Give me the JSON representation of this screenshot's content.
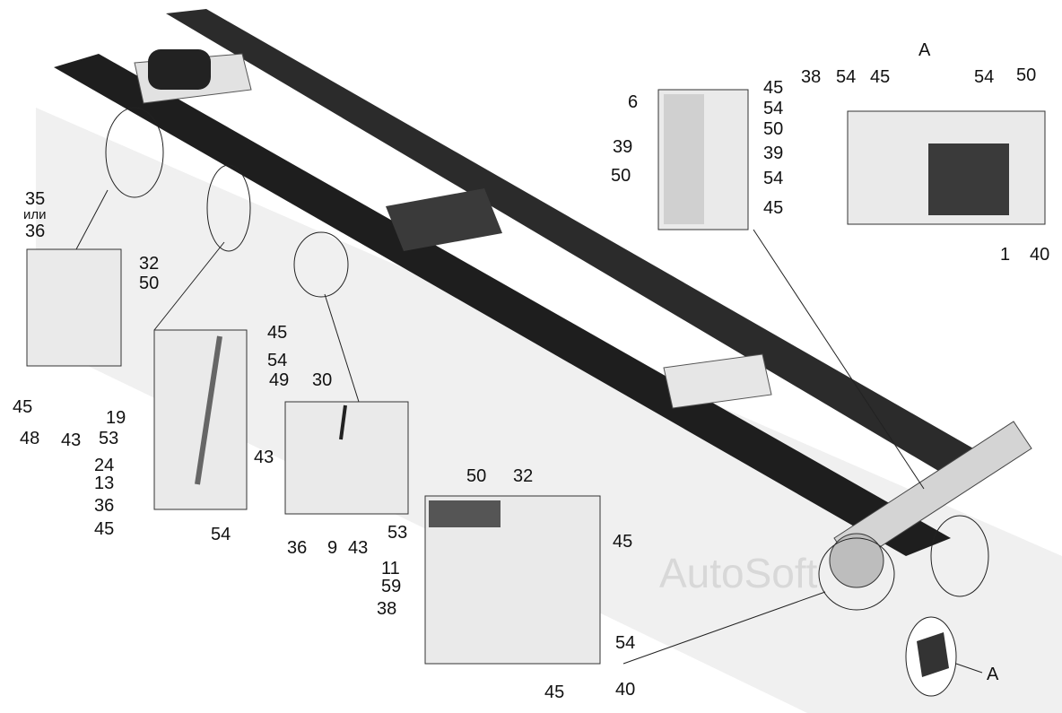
{
  "watermark": "AutoSoft",
  "view_label": "А",
  "callout_label": "А",
  "labels": {
    "l35_36": [
      "35",
      "или",
      "36"
    ],
    "left_inset": [
      "32",
      "50",
      "45",
      "48",
      "43",
      "53",
      "19"
    ],
    "middle_left_inset": [
      "45",
      "54",
      "24",
      "13",
      "36",
      "45",
      "54"
    ],
    "middle_inset": [
      "30",
      "49",
      "43",
      "36",
      "9",
      "43",
      "53"
    ],
    "bottom_inset": [
      "50",
      "32",
      "11",
      "59",
      "38",
      "45",
      "54",
      "45",
      "40"
    ],
    "top_inset": [
      "6",
      "39",
      "50",
      "45",
      "54",
      "50",
      "39",
      "54",
      "45"
    ],
    "view_a_inset": [
      "38",
      "54",
      "45",
      "54",
      "50",
      "1",
      "40"
    ]
  }
}
